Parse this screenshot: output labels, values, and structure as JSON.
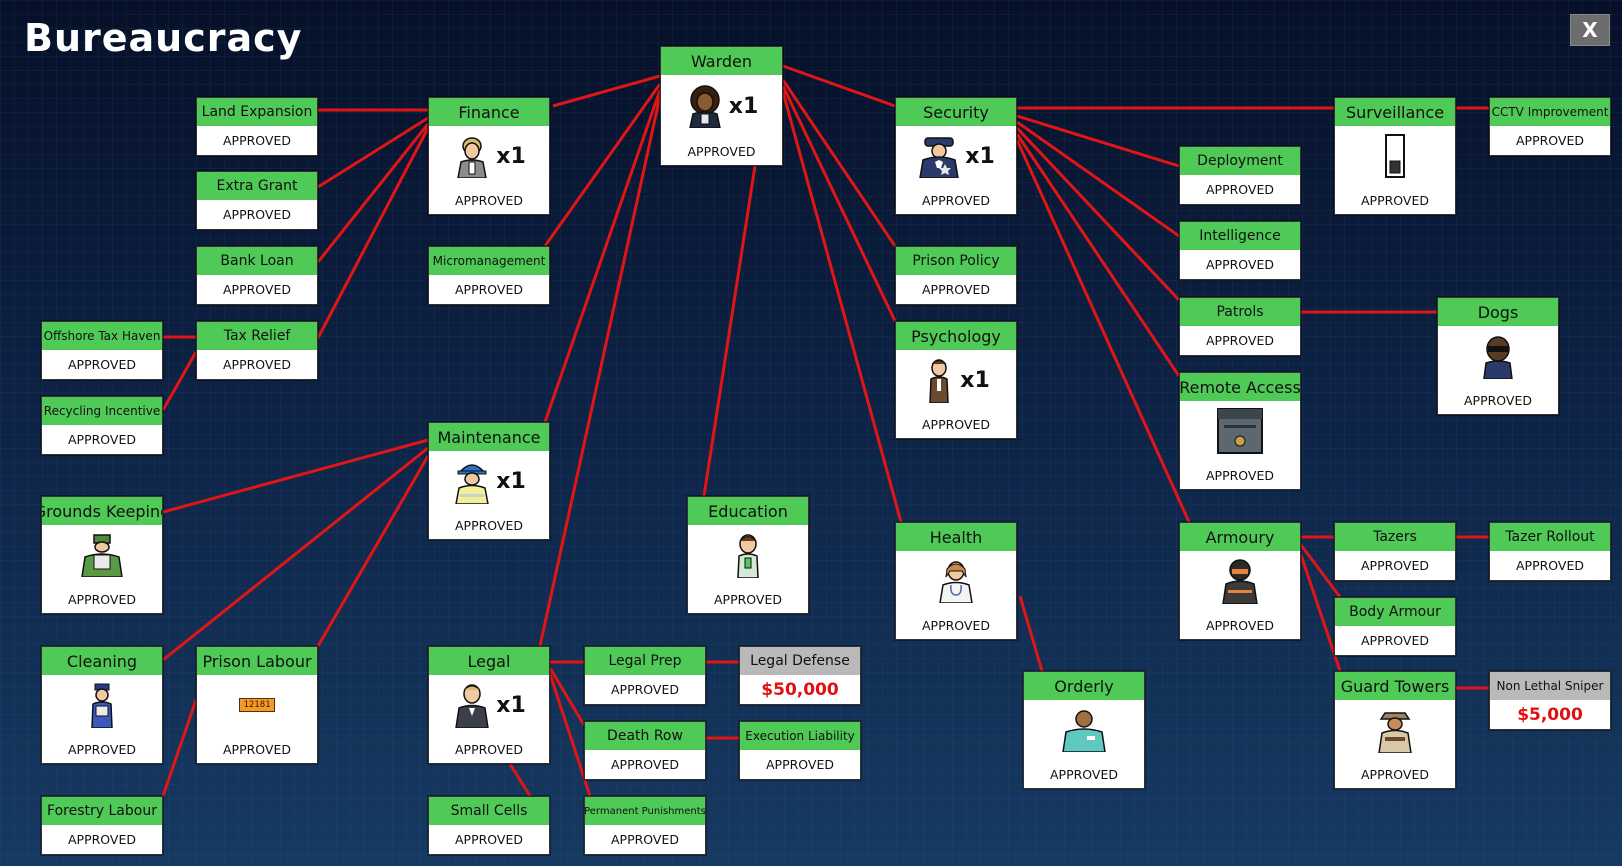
{
  "window": {
    "title": "Bureaucracy",
    "close_label": "X"
  },
  "status_text": "APPROVED",
  "nodes": {
    "warden": {
      "label": "Warden",
      "status": "APPROVED",
      "count": "x1",
      "icon": "warden-icon"
    },
    "finance": {
      "label": "Finance",
      "status": "APPROVED",
      "count": "x1",
      "icon": "accountant-icon"
    },
    "security": {
      "label": "Security",
      "status": "APPROVED",
      "count": "x1",
      "icon": "security-chief-icon"
    },
    "surveillance": {
      "label": "Surveillance",
      "status": "APPROVED",
      "icon": "cctv-camera-icon"
    },
    "cctv_improvement": {
      "label": "CCTV Improvement",
      "status": "APPROVED"
    },
    "land_expansion": {
      "label": "Land Expansion",
      "status": "APPROVED"
    },
    "extra_grant": {
      "label": "Extra Grant",
      "status": "APPROVED"
    },
    "bank_loan": {
      "label": "Bank Loan",
      "status": "APPROVED"
    },
    "tax_relief": {
      "label": "Tax Relief",
      "status": "APPROVED"
    },
    "offshore_tax_haven": {
      "label": "Offshore Tax Haven",
      "status": "APPROVED"
    },
    "recycling_incentive": {
      "label": "Recycling Incentive",
      "status": "APPROVED"
    },
    "micromanagement": {
      "label": "Micromanagement",
      "status": "APPROVED"
    },
    "deployment": {
      "label": "Deployment",
      "status": "APPROVED"
    },
    "intelligence": {
      "label": "Intelligence",
      "status": "APPROVED"
    },
    "patrols": {
      "label": "Patrols",
      "status": "APPROVED"
    },
    "dogs": {
      "label": "Dogs",
      "status": "APPROVED",
      "icon": "dog-handler-icon"
    },
    "remote_access": {
      "label": "Remote Access",
      "status": "APPROVED",
      "icon": "door-control-icon"
    },
    "prison_policy": {
      "label": "Prison Policy",
      "status": "APPROVED"
    },
    "psychology": {
      "label": "Psychology",
      "status": "APPROVED",
      "count": "x1",
      "icon": "psychologist-icon"
    },
    "maintenance": {
      "label": "Maintenance",
      "status": "APPROVED",
      "count": "x1",
      "icon": "foreman-icon"
    },
    "grounds_keeping": {
      "label": "Grounds Keeping",
      "status": "APPROVED",
      "icon": "gardener-icon"
    },
    "cleaning": {
      "label": "Cleaning",
      "status": "APPROVED",
      "icon": "janitor-icon"
    },
    "prison_labour": {
      "label": "Prison Labour",
      "status": "APPROVED",
      "icon": "labour-ticket-icon",
      "icon_text": "12181"
    },
    "forestry_labour": {
      "label": "Forestry Labour",
      "status": "APPROVED"
    },
    "education": {
      "label": "Education",
      "status": "APPROVED",
      "icon": "teacher-icon"
    },
    "legal": {
      "label": "Legal",
      "status": "APPROVED",
      "count": "x1",
      "icon": "lawyer-icon"
    },
    "legal_prep": {
      "label": "Legal Prep",
      "status": "APPROVED"
    },
    "legal_defense": {
      "label": "Legal Defense",
      "price": "$50,000"
    },
    "death_row": {
      "label": "Death Row",
      "status": "APPROVED"
    },
    "execution_liability": {
      "label": "Execution Liability",
      "status": "APPROVED"
    },
    "small_cells": {
      "label": "Small Cells",
      "status": "APPROVED"
    },
    "permanent_punishments": {
      "label": "Permanent Punishments",
      "status": "APPROVED"
    },
    "health": {
      "label": "Health",
      "status": "APPROVED",
      "icon": "doctor-icon"
    },
    "orderly": {
      "label": "Orderly",
      "status": "APPROVED",
      "icon": "orderly-icon"
    },
    "armoury": {
      "label": "Armoury",
      "status": "APPROVED",
      "icon": "armed-guard-icon"
    },
    "tazers": {
      "label": "Tazers",
      "status": "APPROVED"
    },
    "tazer_rollout": {
      "label": "Tazer Rollout",
      "status": "APPROVED"
    },
    "body_armour": {
      "label": "Body Armour",
      "status": "APPROVED"
    },
    "guard_towers": {
      "label": "Guard Towers",
      "status": "APPROVED",
      "icon": "tower-guard-icon"
    },
    "non_lethal_sniper": {
      "label": "Non Lethal Sniper",
      "price": "$5,000"
    }
  },
  "colors": {
    "header_green": "#4fca56",
    "locked_grey": "#b9b9b9",
    "link_red": "#e01515",
    "price_red": "#e01010"
  }
}
